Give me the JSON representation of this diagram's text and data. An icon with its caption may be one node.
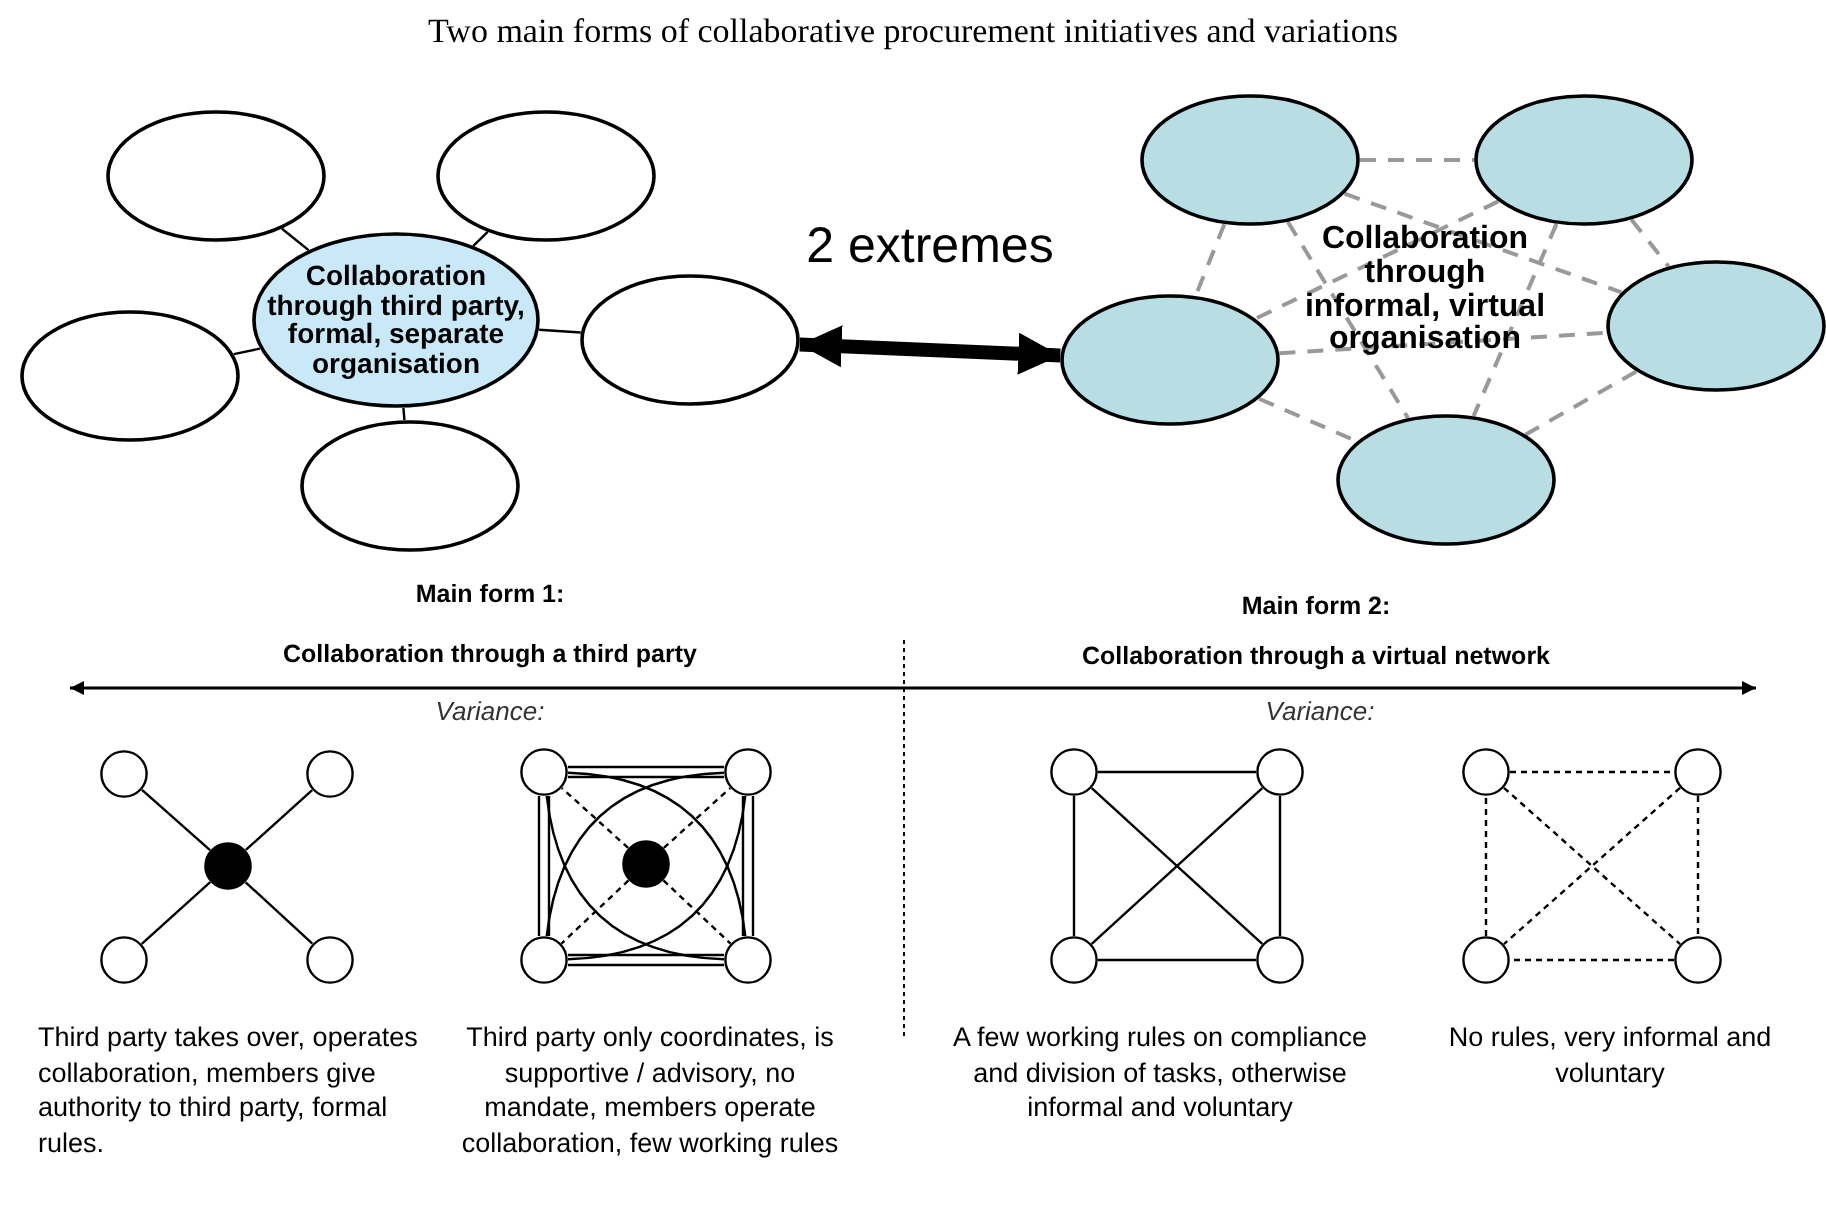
{
  "diagram": {
    "title": "Two main forms of collaborative procurement initiatives and variations",
    "nodes": [
      {
        "text": [
          "Collaboration through third party, formal, separate organisation"
        ]
      },
      {
        "text": [],
        "shape": "ellipse"
      },
      {
        "text": [],
        "shape": "ellipse"
      },
      {
        "text": [],
        "shape": "ellipse"
      },
      {
        "text": [],
        "shape": "ellipse"
      },
      {
        "text": [],
        "shape": "ellipse"
      },
      {
        "text": [],
        "shape": "ellipse"
      },
      {
        "text": [],
        "shape": "ellipse"
      },
      {
        "text": [],
        "shape": "ellipse"
      },
      {
        "text": [],
        "shape": "ellipse"
      },
      {
        "text": [],
        "shape": "ellipse"
      },
      {
        "text": [],
        "shape": "circle"
      },
      {
        "text": [],
        "shape": "circle"
      },
      {
        "text": [],
        "shape": "circle"
      },
      {
        "text": [],
        "shape": "circle"
      },
      {
        "text": [],
        "shape": "circle"
      },
      {
        "text": [],
        "shape": "circle"
      },
      {
        "text": [],
        "shape": "circle"
      },
      {
        "text": [],
        "shape": "circle"
      },
      {
        "text": [],
        "shape": "circle"
      },
      {
        "text": [],
        "shape": "circle"
      },
      {
        "text": [],
        "shape": "circle"
      },
      {
        "text": [],
        "shape": "circle"
      },
      {
        "text": [],
        "shape": "circle"
      },
      {
        "text": [],
        "shape": "circle"
      },
      {
        "text": [],
        "shape": "circle"
      },
      {
        "text": [],
        "shape": "circle"
      },
      {
        "text": [],
        "shape": "circle"
      },
      {
        "text": [],
        "shape": "circle"
      }
    ],
    "edges": [
      {
        "from": 0,
        "to": 1,
        "arrow": "none"
      },
      {
        "from": 0,
        "to": 2,
        "arrow": "none"
      },
      {
        "from": 0,
        "to": 3,
        "arrow": "none"
      },
      {
        "from": 0,
        "to": 4,
        "arrow": "none"
      },
      {
        "from": 0,
        "to": 5,
        "arrow": "none"
      },
      {
        "from": 4,
        "to": 8,
        "arrow": "both",
        "label": "2 extremes",
        "style": "thick"
      },
      {
        "from": 6,
        "to": 7,
        "arrow": "none",
        "style": "dashed",
        "color": "#999999"
      },
      {
        "from": 6,
        "to": 8,
        "arrow": "none",
        "style": "dashed",
        "color": "#999999"
      },
      {
        "from": 6,
        "to": 9,
        "arrow": "none",
        "style": "dashed",
        "color": "#999999"
      },
      {
        "from": 6,
        "to": 10,
        "arrow": "none",
        "style": "dashed",
        "color": "#999999"
      },
      {
        "from": 7,
        "to": 8,
        "arrow": "none",
        "style": "dashed",
        "color": "#999999"
      },
      {
        "from": 7,
        "to": 9,
        "arrow": "none",
        "style": "dashed",
        "color": "#999999"
      },
      {
        "from": 7,
        "to": 10,
        "arrow": "none",
        "style": "dashed",
        "color": "#999999"
      },
      {
        "from": 8,
        "to": 9,
        "arrow": "none",
        "style": "dashed",
        "color": "#999999"
      },
      {
        "from": 8,
        "to": 10,
        "arrow": "none",
        "style": "dashed",
        "color": "#999999"
      },
      {
        "from": 9,
        "to": 10,
        "arrow": "none",
        "style": "dashed",
        "color": "#999999"
      },
      {
        "from": 13,
        "to": 11,
        "arrow": "none"
      },
      {
        "from": 13,
        "to": 12,
        "arrow": "none"
      },
      {
        "from": 13,
        "to": 14,
        "arrow": "none"
      },
      {
        "from": 13,
        "to": 15,
        "arrow": "none"
      },
      {
        "from": 16,
        "to": 17,
        "arrow": "none"
      },
      {
        "from": 17,
        "to": 20,
        "arrow": "none"
      },
      {
        "from": 20,
        "to": 19,
        "arrow": "none"
      },
      {
        "from": 19,
        "to": 16,
        "arrow": "none"
      },
      {
        "from": 18,
        "to": 16,
        "arrow": "none",
        "style": "dashed"
      },
      {
        "from": 18,
        "to": 17,
        "arrow": "none",
        "style": "dashed"
      },
      {
        "from": 18,
        "to": 19,
        "arrow": "none",
        "style": "dashed"
      },
      {
        "from": 18,
        "to": 20,
        "arrow": "none",
        "style": "dashed"
      },
      {
        "from": 16,
        "to": 20,
        "arrow": "none"
      },
      {
        "from": 16,
        "to": 20,
        "arrow": "none"
      },
      {
        "from": 17,
        "to": 19,
        "arrow": "none"
      },
      {
        "from": 17,
        "to": 19,
        "arrow": "none"
      },
      {
        "from": 21,
        "to": 22,
        "arrow": "none"
      },
      {
        "from": 22,
        "to": 24,
        "arrow": "none"
      },
      {
        "from": 24,
        "to": 23,
        "arrow": "none"
      },
      {
        "from": 23,
        "to": 21,
        "arrow": "none"
      },
      {
        "from": 21,
        "to": 24,
        "arrow": "none"
      },
      {
        "from": 22,
        "to": 23,
        "arrow": "none"
      },
      {
        "from": 25,
        "to": 26,
        "arrow": "none",
        "style": "dashed"
      },
      {
        "from": 26,
        "to": 28,
        "arrow": "none",
        "style": "dashed"
      },
      {
        "from": 28,
        "to": 27,
        "arrow": "none",
        "style": "dashed"
      },
      {
        "from": 27,
        "to": 25,
        "arrow": "none",
        "style": "dashed"
      },
      {
        "from": 25,
        "to": 28,
        "arrow": "none",
        "style": "dashed"
      },
      {
        "from": 26,
        "to": 27,
        "arrow": "none",
        "style": "dashed"
      }
    ],
    "labels": [
      "Collaboration through informal, virtual organisation",
      "Main form 1:",
      "Collaboration through a third party",
      "Main form 2:",
      "Collaboration through a virtual network",
      "Variance:",
      "Variance:",
      "Third party takes over, operates collaboration, members give authority to third party, formal rules.",
      "Third party only coordinates, is supportive / advisory, no mandate, members operate collaboration, few working rules",
      "A few working rules on compliance and division of tasks, otherwise informal and voluntary",
      "No rules, very informal and voluntary"
    ]
  }
}
